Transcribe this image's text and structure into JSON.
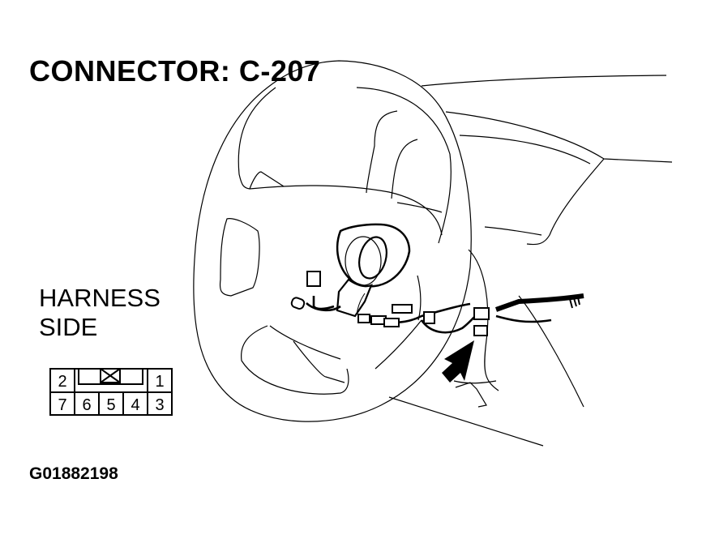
{
  "diagram": {
    "title": "CONNECTOR: C-207",
    "view_label_line1": "HARNESS",
    "view_label_line2": "SIDE",
    "figure_id": "G01882198",
    "connector": {
      "top_row": [
        {
          "pin": "2"
        },
        {
          "pin": "blank-x"
        },
        {
          "pin": "1"
        }
      ],
      "bottom_row": [
        {
          "pin": "7"
        },
        {
          "pin": "6"
        },
        {
          "pin": "5"
        },
        {
          "pin": "4"
        },
        {
          "pin": "3"
        }
      ]
    },
    "illustration": {
      "subject": "steering wheel with clock spring and wiring harness",
      "pointer": "arrow-pointing-to-connector"
    },
    "colors": {
      "line": "#000000",
      "background": "#ffffff"
    }
  }
}
